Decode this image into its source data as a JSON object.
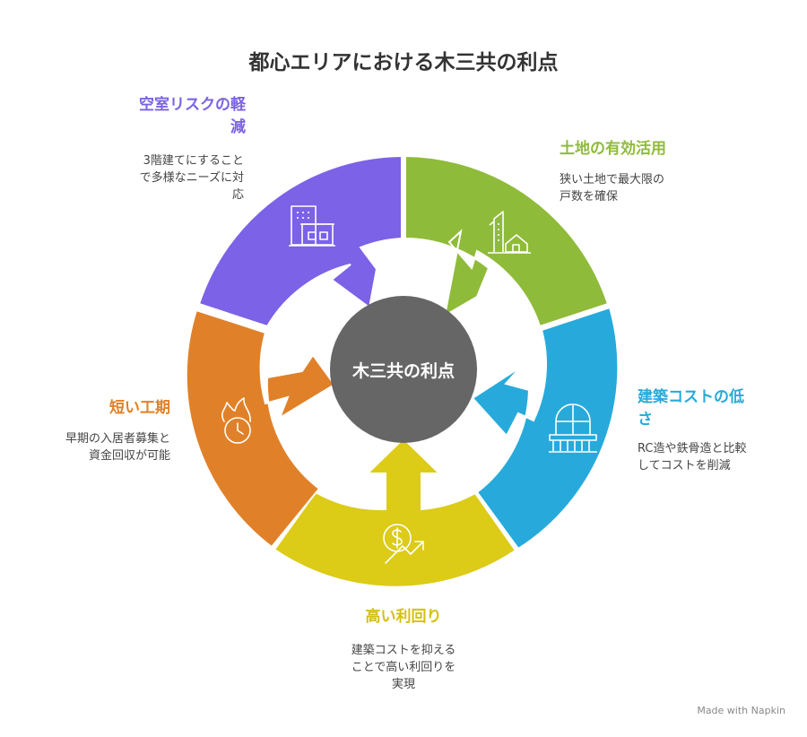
{
  "title": "都心エリアにおける木三共の利点",
  "center_label": "木三共の利点",
  "segments": [
    {
      "id": "vacancy",
      "label_lines": [
        "空室リスクの軽",
        "減"
      ],
      "desc_lines": [
        "3階建てにすること",
        "で多様なニーズに対",
        "応"
      ],
      "color": "#7b62e6",
      "icon": "building-icon"
    },
    {
      "id": "land",
      "label_lines": [
        "土地の有効活用"
      ],
      "desc_lines": [
        "狭い土地で最大限の",
        "戸数を確保"
      ],
      "color": "#8fbb3a",
      "icon": "city-house-icon"
    },
    {
      "id": "cost",
      "label_lines": [
        "建築コストの低",
        "さ"
      ],
      "desc_lines": [
        "RC造や鉄骨造と比較",
        "してコストを削減"
      ],
      "color": "#27aadb",
      "icon": "window-balcony-icon"
    },
    {
      "id": "yield",
      "label_lines": [
        "高い利回り"
      ],
      "desc_lines": [
        "建築コストを抑える",
        "ことで高い利回りを",
        "実現"
      ],
      "color": "#dccb17",
      "icon": "dollar-growth-icon"
    },
    {
      "id": "schedule",
      "label_lines": [
        "短い工期"
      ],
      "desc_lines": [
        "早期の入居者募集と",
        "資金回収が可能"
      ],
      "color": "#e08129",
      "icon": "fire-clock-icon"
    }
  ],
  "footer": "Made with  Napkin"
}
